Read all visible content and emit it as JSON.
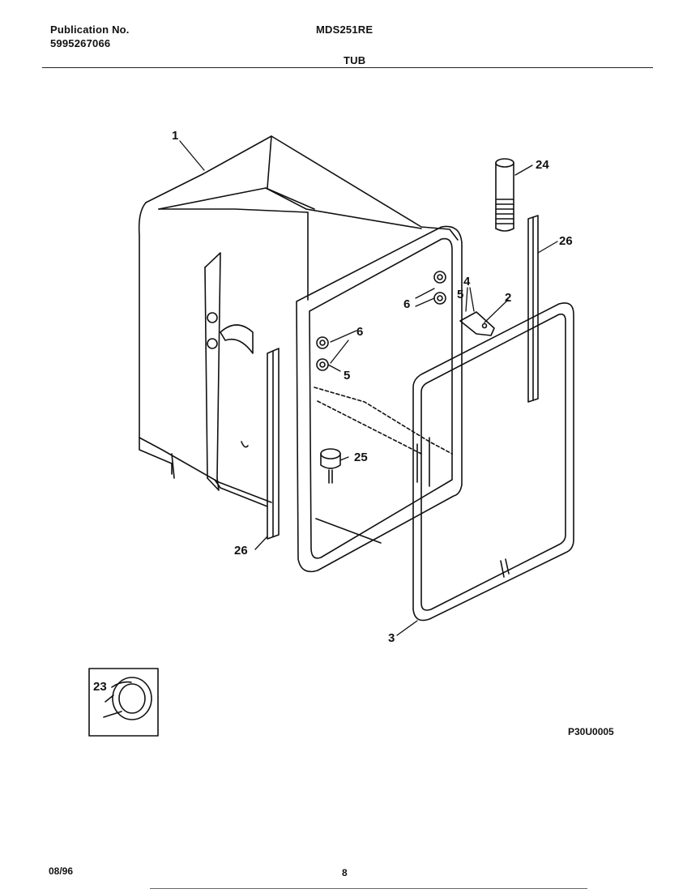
{
  "header": {
    "publication_label": "Publication No.",
    "publication_number": "5995267066",
    "model": "MDS251RE",
    "section_title": "TUB"
  },
  "callouts": {
    "tub": "1",
    "hinge_bracket": "2",
    "door_gasket": "3",
    "screws": "4",
    "nut_upper": "5",
    "nut_lower": "5",
    "washer_upper": "6",
    "washer_lower": "6",
    "clamp": "23",
    "vent_tube": "24",
    "fill_funnel": "25",
    "side_seal_right": "26",
    "side_seal_left": "26"
  },
  "drawing_code": "P30U0005",
  "footer": {
    "date": "08/96",
    "page": "8"
  }
}
